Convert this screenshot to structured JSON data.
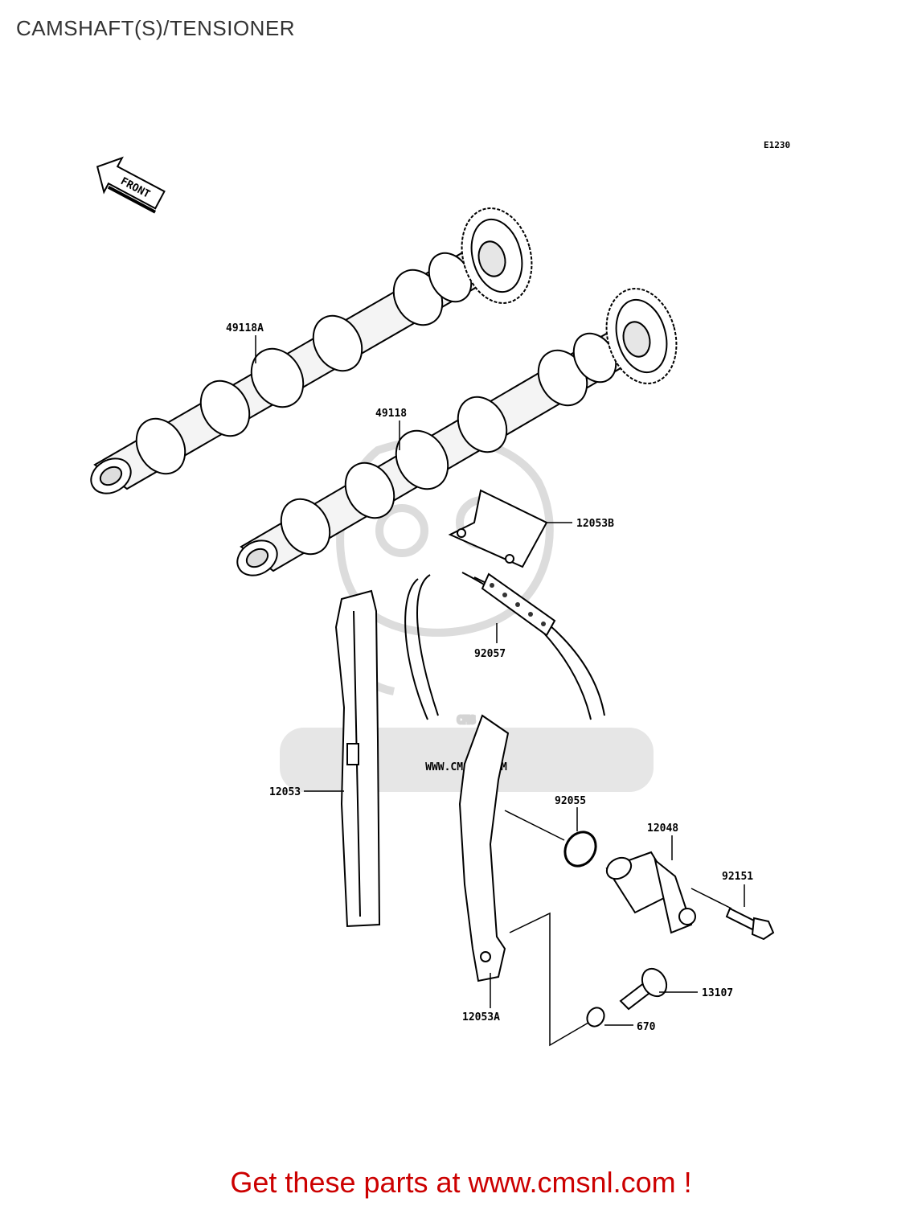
{
  "title": "CAMSHAFT(S)/TENSIONER",
  "diagram_code": "E1230",
  "front_arrow_label": "FRONT",
  "watermark": {
    "logo_text": "CMS",
    "url_text": "WWW.CMSNL.COM"
  },
  "parts": {
    "camshaft_exhaust": "49118A",
    "camshaft_intake": "49118",
    "guide_upper": "12053B",
    "chain": "92057",
    "guide_front": "12053",
    "o_ring_tensioner": "92055",
    "tensioner": "12048",
    "bolt": "92151",
    "guide_rear": "12053A",
    "bolt_pivot": "13107",
    "o_ring_pivot": "670"
  },
  "call_to_action": "Get these parts at www.cmsnl.com !",
  "colors": {
    "cta": "#cc0000",
    "title": "#333333",
    "line": "#000000",
    "watermark": "#dddddd"
  }
}
